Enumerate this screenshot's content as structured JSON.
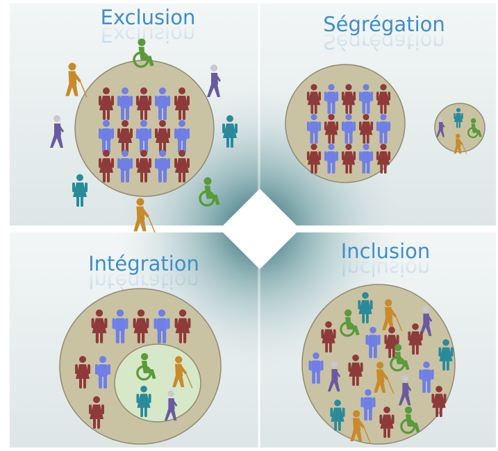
{
  "panels": {
    "exclusion": {
      "title": "Exclusion"
    },
    "segregation": {
      "title": "Ségrégation"
    },
    "integration": {
      "title": "Intégration"
    },
    "inclusion": {
      "title": "Inclusion"
    }
  },
  "colors": {
    "title": "#3d8fc9",
    "circle_fill": "#c9c3a3",
    "circle_stroke": "#8e8a72",
    "inner_circle_fill": "#d6e8c7",
    "man": "#6f7fe6",
    "woman": "#8e3a3a",
    "woman_teal": "#2a8a9a",
    "wheelchair": "#5a9a3a",
    "blind": "#c98a2a",
    "elderly": "#6a5aa0",
    "center_glow": "#2d6a72"
  }
}
